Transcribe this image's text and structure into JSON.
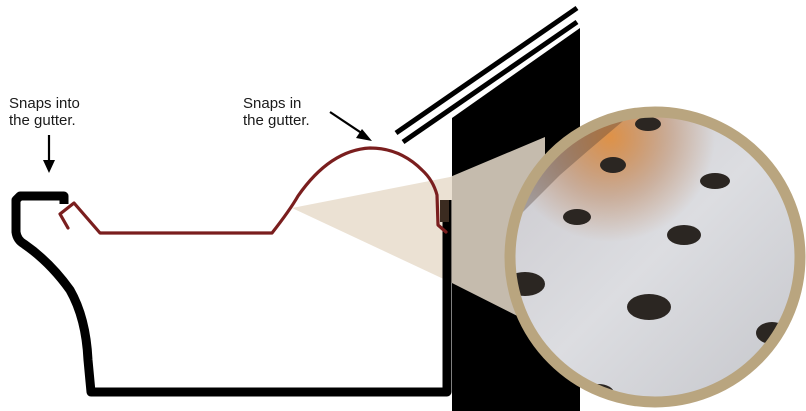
{
  "callouts": {
    "snaps_into_gutter": {
      "line1": "Snaps into",
      "line2": "the gutter."
    },
    "snaps_in_gutter": {
      "line1": "Snaps in",
      "line2": "the gutter."
    }
  },
  "colors": {
    "gutter_outline": "#000000",
    "guard_profile": "#7a1e1e",
    "magnifier_ring": "#b9a57f",
    "magnifier_beam": "#e8dccb",
    "mesh_surface": "#d7d8dc",
    "mesh_hole": "#2b2622",
    "fascia": "#000000"
  },
  "icons": {
    "left_arrow": "arrow-down-icon",
    "middle_arrow": "arrow-down-right-icon"
  }
}
